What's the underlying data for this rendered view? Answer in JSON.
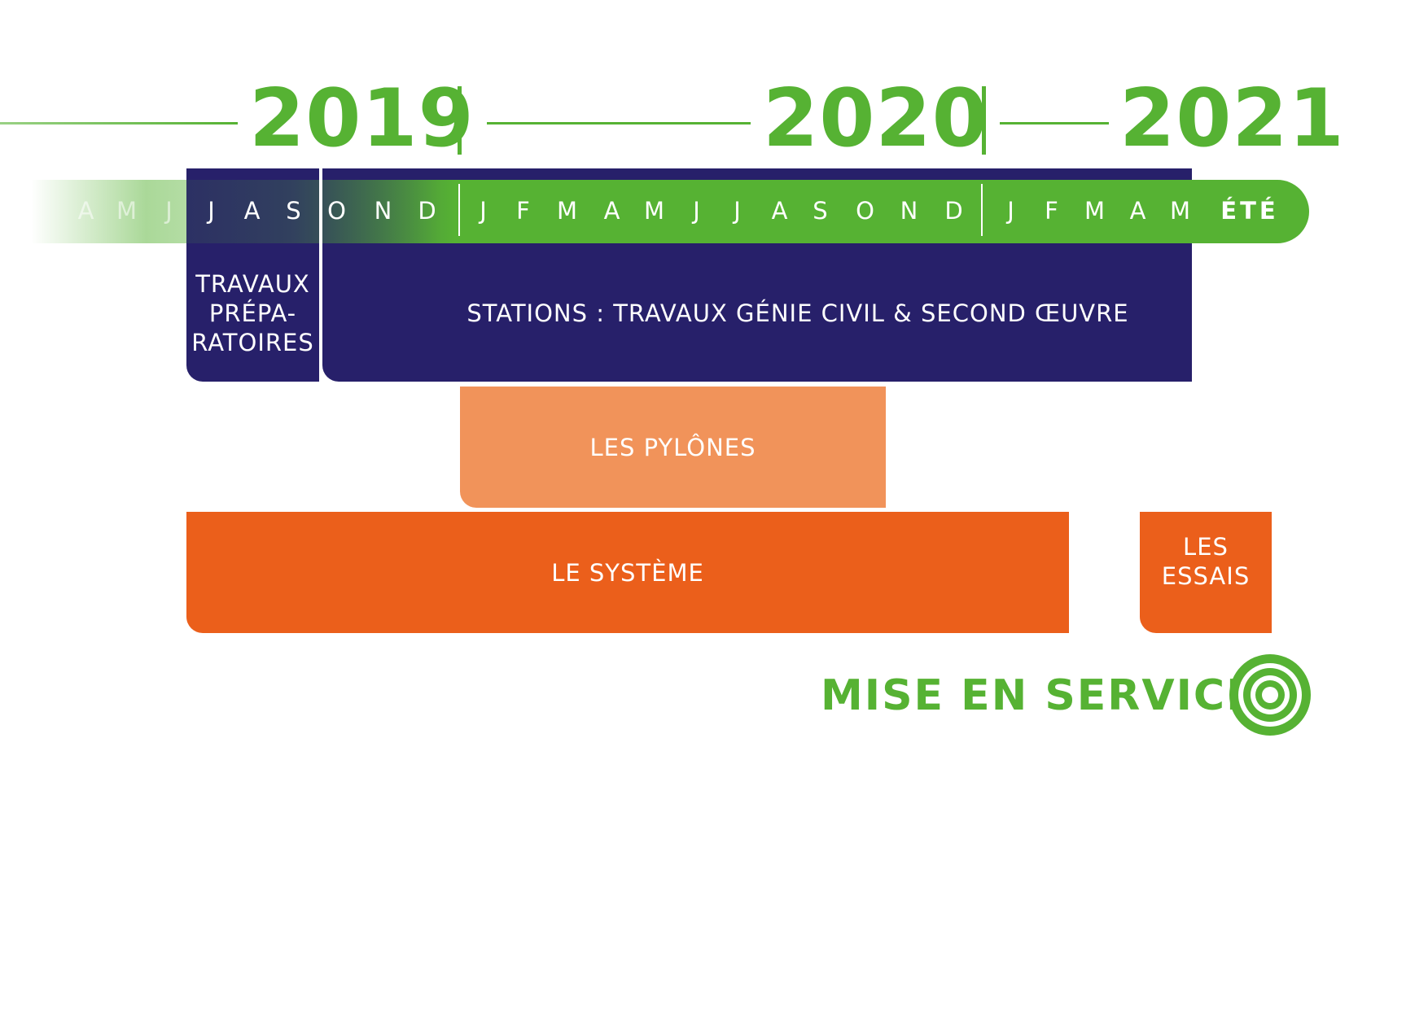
{
  "years": [
    "2019",
    "2020",
    "2021"
  ],
  "timeline": {
    "months": [
      "A",
      "M",
      "J",
      "J",
      "A",
      "S",
      "O",
      "N",
      "D",
      "J",
      "F",
      "M",
      "A",
      "M",
      "J",
      "J",
      "A",
      "S",
      "O",
      "N",
      "D",
      "J",
      "F",
      "M",
      "A",
      "M"
    ],
    "summer": "ÉTÉ"
  },
  "bars": [
    {
      "label": "TRAVAUX PRÉPA- RATOIRES",
      "lines": [
        "TRAVAUX",
        "PRÉPA-",
        "RATOIRES"
      ],
      "color": "#27206a"
    },
    {
      "label": "STATIONS : TRAVAUX GÉNIE CIVIL & SECOND ŒUVRE",
      "lines": [
        "STATIONS : TRAVAUX GÉNIE CIVIL & SECOND ŒUVRE"
      ],
      "color": "#27206a"
    },
    {
      "label": "LES PYLÔNES",
      "lines": [
        "LES PYLÔNES"
      ],
      "color": "#f1935a"
    },
    {
      "label": "LE SYSTÈME",
      "lines": [
        "LE SYSTÈME"
      ],
      "color": "#eb5f1b"
    },
    {
      "label": "LES ESSAIS",
      "lines": [
        "LES",
        "ESSAIS"
      ],
      "color": "#eb5f1b"
    }
  ],
  "milestone": {
    "label": "MISE EN SERVICE",
    "icon": "target-icon"
  },
  "colors": {
    "green": "#56b233",
    "navy": "#27206a",
    "orange": "#eb5f1b",
    "light_orange": "#f1935a"
  }
}
